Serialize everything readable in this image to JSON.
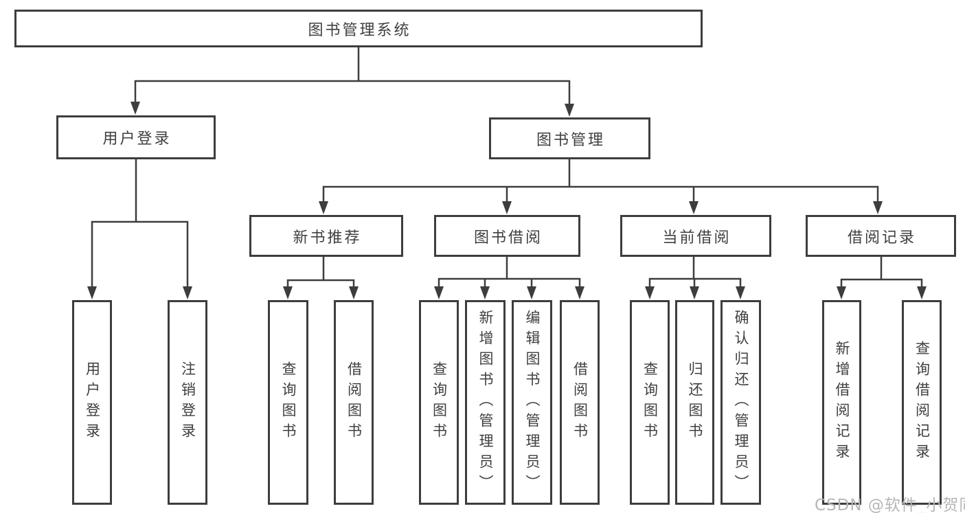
{
  "colors": {
    "line": "#3d3d3d",
    "border": "#3d3d3d",
    "text": "#3f3f3f",
    "background": "#ffffff",
    "watermark": "#b9b5b7"
  },
  "tree": {
    "root": {
      "label": "图书管理系统"
    },
    "branches": [
      {
        "label": "用户登录",
        "leaves": [
          {
            "label": "用户登录"
          },
          {
            "label": "注销登录"
          }
        ]
      },
      {
        "label": "图书管理",
        "sections": [
          {
            "label": "新书推荐",
            "leaves": [
              {
                "label": "查询图书"
              },
              {
                "label": "借阅图书"
              }
            ]
          },
          {
            "label": "图书借阅",
            "leaves": [
              {
                "label": "查询图书"
              },
              {
                "label": "新增图书（管理员）"
              },
              {
                "label": "编辑图书（管理员）"
              },
              {
                "label": "借阅图书"
              }
            ]
          },
          {
            "label": "当前借阅",
            "leaves": [
              {
                "label": "查询图书"
              },
              {
                "label": "归还图书"
              },
              {
                "label": "确认归还（管理员）"
              }
            ]
          },
          {
            "label": "借阅记录",
            "leaves": [
              {
                "label": "新增借阅记录"
              },
              {
                "label": "查询借阅记录"
              }
            ]
          }
        ]
      }
    ]
  },
  "watermark": {
    "text": "CSDN @软件_小贺同学"
  }
}
